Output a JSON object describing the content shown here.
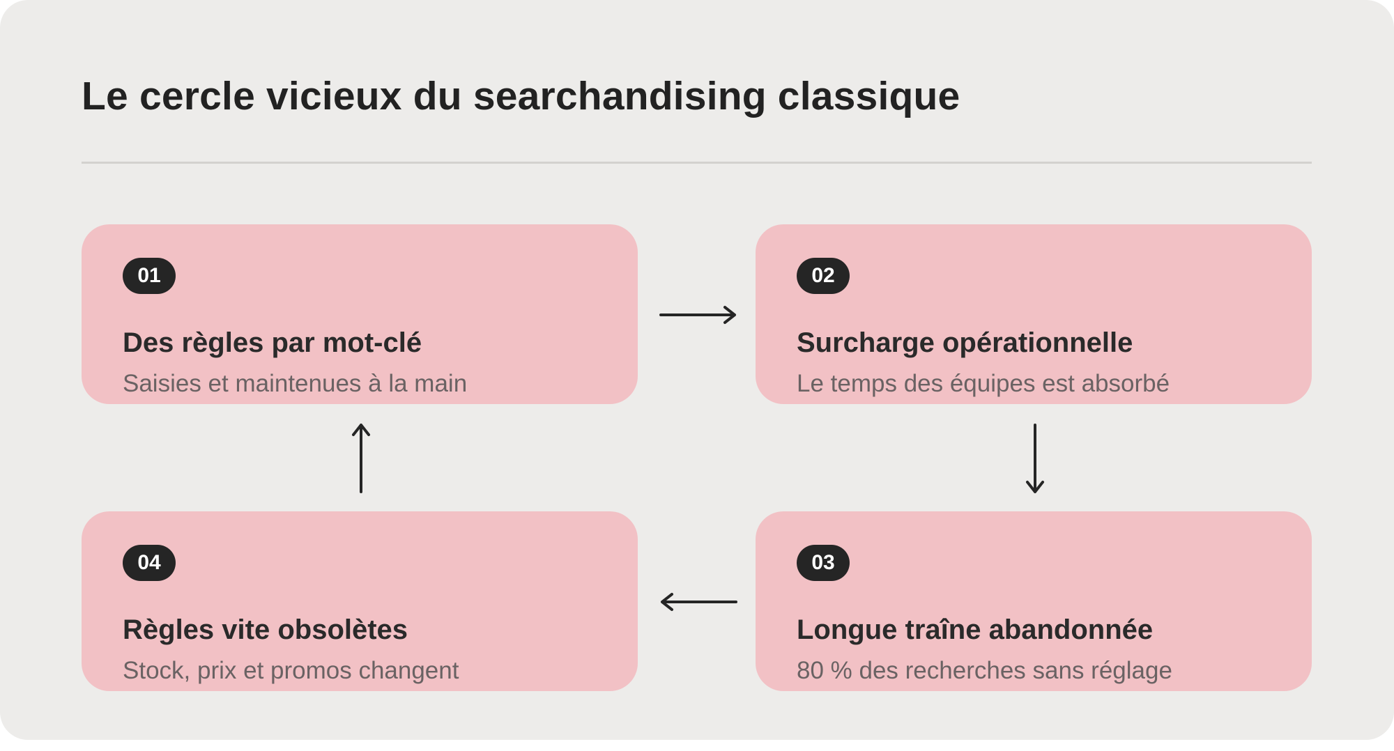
{
  "title": "Le cercle vicieux du searchandising classique",
  "steps": [
    {
      "number": "01",
      "title": "Des règles par mot-clé",
      "subtitle": "Saisies et maintenues à la main"
    },
    {
      "number": "02",
      "title": "Surcharge opérationnelle",
      "subtitle": "Le temps des équipes est absorbé"
    },
    {
      "number": "03",
      "title": "Longue traîne abandonnée",
      "subtitle": "80 % des recherches sans réglage"
    },
    {
      "number": "04",
      "title": "Règles vite obsolètes",
      "subtitle": "Stock, prix et promos changent"
    }
  ],
  "colors": {
    "background": "#edecea",
    "card": "#f2c1c5",
    "badge": "#252525",
    "text": "#222222",
    "subtext": "#6a6263"
  }
}
